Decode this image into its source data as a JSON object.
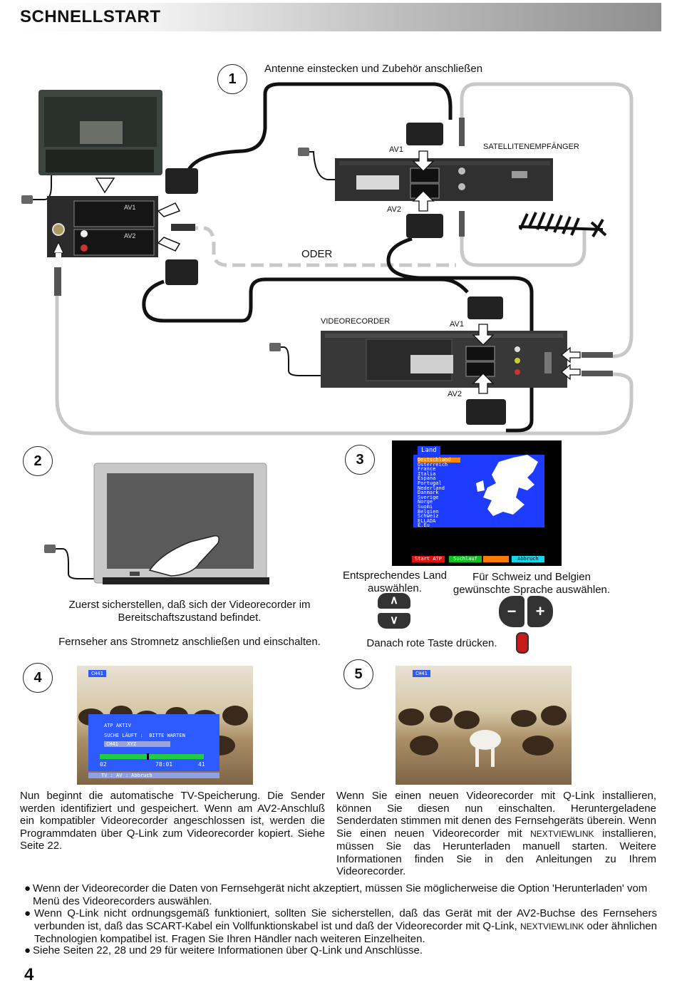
{
  "header": {
    "title": "SCHNELLSTART"
  },
  "steps": [
    "1",
    "2",
    "3",
    "4",
    "5"
  ],
  "step1": {
    "caption": "Antenne einstecken und Zubehör anschließen",
    "sat_label": "SATELLITENEMPFÄNGER",
    "vcr_label": "VIDEORECORDER",
    "oder": "ODER",
    "av1": "AV1",
    "av2": "AV2",
    "tv_av1": "AV1",
    "tv_av2": "AV2"
  },
  "step2": {
    "text1": "Zuerst sicherstellen, daß sich der Videorecorder im Bereitschaftszustand befindet.",
    "text2": "Fernseher ans Stromnetz anschließen und einschalten."
  },
  "step3": {
    "menu_title": "Land",
    "countries": [
      "Deutschland",
      "Osterreich",
      "France",
      "Italia",
      "Espana",
      "Portugal",
      "Nederland",
      "Danmark",
      "Sverige",
      "Norge",
      "Suomi",
      "Belgien",
      "Schweiz",
      "ELLADA",
      "E.Eu"
    ],
    "footer_buttons": [
      "Start ATP",
      "Suchlauf",
      "",
      "Abbruch"
    ],
    "text_left": "Entsprechendes Land auswählen.",
    "text_right": "Für Schweiz und Belgien gewünschte Sprache auswählen.",
    "text_red": "Danach rote Taste drücken.",
    "btn_up": "∧",
    "btn_down": "∨",
    "btn_minus": "−",
    "btn_plus": "+"
  },
  "step4": {
    "channel": "CH41",
    "status": "ATP AKTIV",
    "search": "SUCHE LÄUFT :  BITTE WARTEN",
    "current": "CH41   XYZ",
    "prog_left": "02",
    "prog_mid": "78:01",
    "prog_right": "41",
    "progress": 0.45,
    "footer": "TV : AV : Abbruch",
    "text": "Nun beginnt die automatische TV-Speicherung. Die Sender werden identifiziert und gespeichert. Wenn am AV2-Anschluß ein kompatibler Videorecorder angeschlossen ist, werden die Programmdaten über Q-Link zum Videorecorder kopiert. Siehe Seite 22."
  },
  "step5": {
    "channel": "CH41",
    "text_a": "Wenn Sie einen neuen Videorecorder mit Q-Link installieren, können Sie diesen nun einschalten. Heruntergeladene Senderdaten stimmen mit denen des Fernsehgeräts überein. Wenn Sie einen neuen Videorecorder mit ",
    "text_sc": "NEXTVIEWLINK",
    "text_b": " installieren, müssen Sie das Herunterladen manuell starten. Weitere Informationen finden Sie in den Anleitungen zu Ihrem Videorecorder."
  },
  "notes": {
    "n1": "Wenn der Videorecorder die Daten von Fernsehgerät nicht akzeptiert, müssen Sie möglicherweise die Option 'Herunterladen' vom Menü des Videorecorders auswählen.",
    "n2a": "Wenn Q-Link nicht ordnungsgemäß funktioniert, sollten Sie sicherstellen, daß das Gerät mit der AV2-Buchse des Fernsehers verbunden ist, daß das SCART-Kabel ein Vollfunktionskabel ist und daß der Videorecorder mit Q-Link, ",
    "n2sc": "NEXTVIEWLINK",
    "n2b": " oder ähnlichen Technologien kompatibel ist. Fragen Sie Ihren Händler nach weiteren Einzelheiten.",
    "n3": "Siehe Seiten 22, 28 und 29 für weitere Informationen über Q-Link und Anschlüsse."
  },
  "page_number": "4",
  "colors": {
    "menu_blue": "#1e3cff",
    "osd_blue": "#2e5bff",
    "progress_green": "#22cc44",
    "red_button": "#c81a1a"
  }
}
